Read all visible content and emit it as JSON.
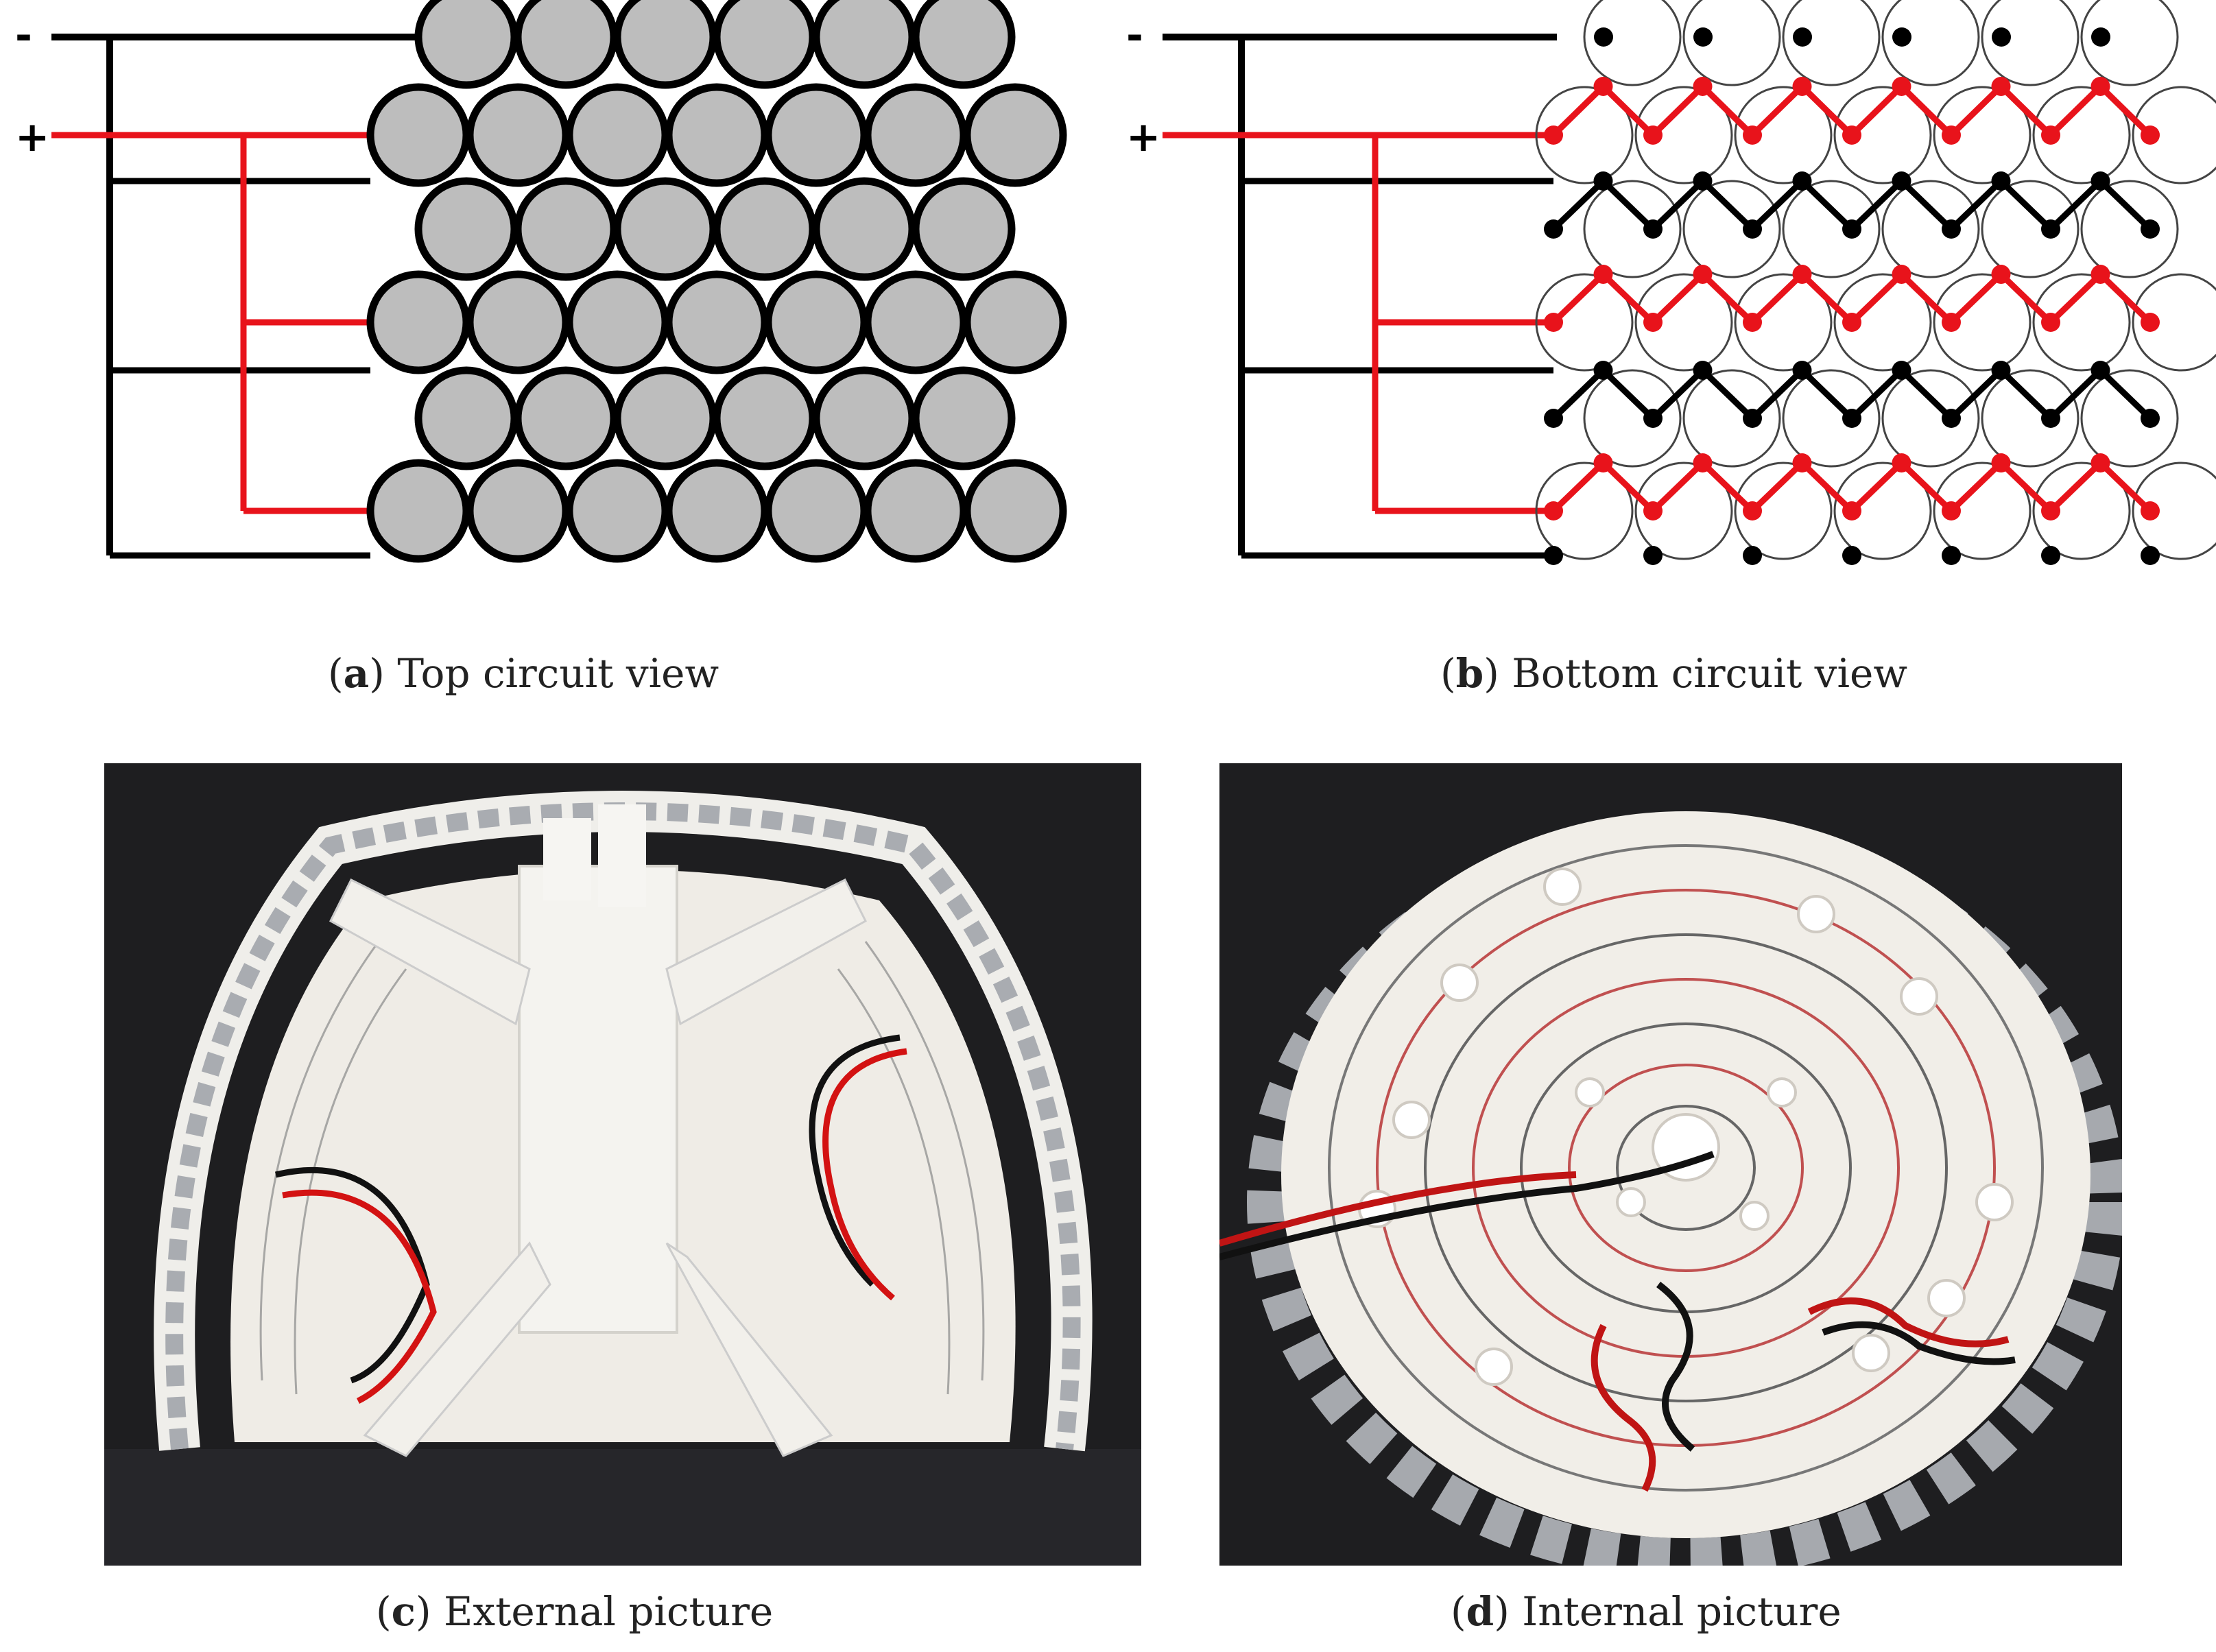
{
  "figure": {
    "panels": [
      {
        "id": "a",
        "letter": "a",
        "caption": "Top circuit view"
      },
      {
        "id": "b",
        "letter": "b",
        "caption": "Bottom circuit view"
      },
      {
        "id": "c",
        "letter": "c",
        "caption": "External picture"
      },
      {
        "id": "d",
        "letter": "d",
        "caption": "Internal picture"
      }
    ],
    "terminals": {
      "negative": "-",
      "positive": "+"
    },
    "colors": {
      "positive_wire": "#e8131b",
      "negative_wire": "#000000",
      "transducer_fill": "#bdbdbd",
      "photo_background": "#1c1c1e"
    },
    "transducer_grid": {
      "row_counts": [
        6,
        7,
        6,
        7,
        6,
        7
      ]
    }
  }
}
